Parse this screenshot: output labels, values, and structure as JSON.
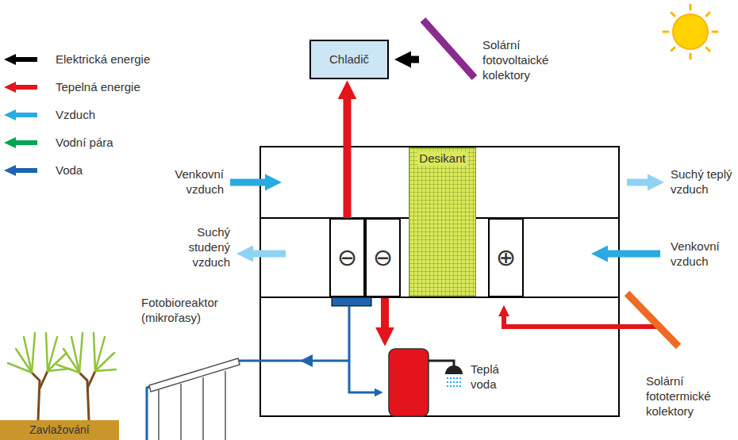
{
  "diagram": {
    "nodes": [
      {
        "text": [
          "Chladič"
        ]
      },
      {
        "text": [
          "Desikant"
        ]
      },
      {
        "text": [
          "⊖"
        ]
      },
      {
        "text": [
          "⊖"
        ]
      },
      {
        "text": [
          "⊕"
        ]
      },
      {
        "text": [
          "Zavlažování"
        ]
      }
    ],
    "edges": [
      {
        "from": 2,
        "to": 0,
        "arrow": "to"
      }
    ],
    "labels": [
      "Solární fotovoltaické kolektory",
      "Venkovní vzduch",
      "Suchý teplý vzduch",
      "Suchý studený vzduch",
      "Venkovní vzduch",
      "Fotobioreaktor (mikrořasy)",
      "Teplá voda",
      "Solární fototermické kolektory"
    ],
    "legend": [
      {
        "text": "Elektrická energie",
        "color": "#000000"
      },
      {
        "text": "Tepelná energie",
        "color": "#e3141b"
      },
      {
        "text": "Vzduch",
        "color": "#29abe2"
      },
      {
        "text": "Vodní pára",
        "color": "#00a651"
      },
      {
        "text": "Voda",
        "color": "#1f64ad"
      }
    ]
  }
}
